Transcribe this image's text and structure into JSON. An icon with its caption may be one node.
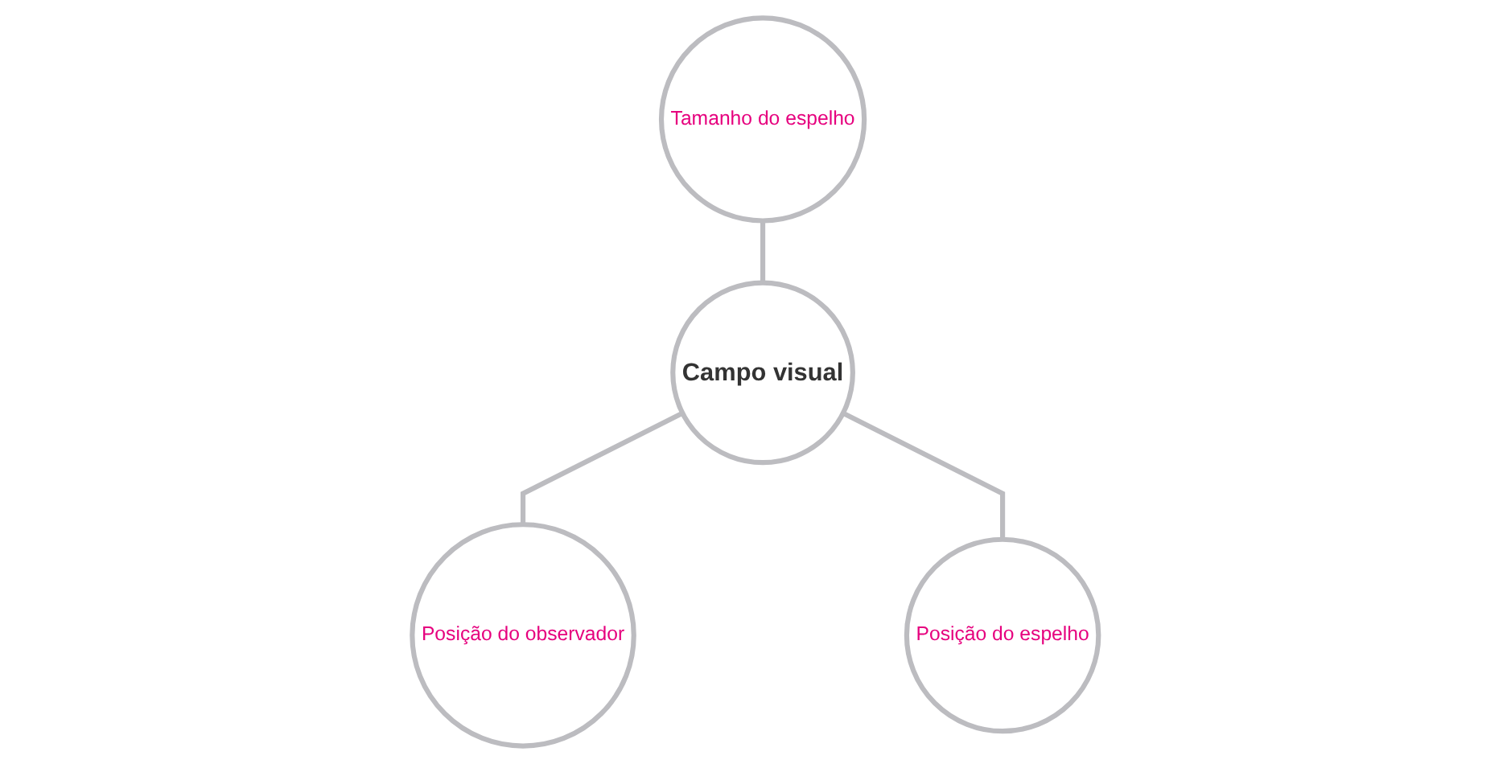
{
  "diagram": {
    "nodes": [
      {
        "text": [
          "Campo visual"
        ]
      },
      {
        "text": [
          "Tamanho do espelho"
        ]
      },
      {
        "text": [
          "Posição do observador"
        ]
      },
      {
        "text": [
          "Posição do espelho"
        ]
      }
    ],
    "edges": [
      {
        "from": 1,
        "to": 0,
        "arrow": "none"
      },
      {
        "from": 0,
        "to": 2,
        "arrow": "none"
      },
      {
        "from": 0,
        "to": 3,
        "arrow": "none"
      }
    ]
  }
}
